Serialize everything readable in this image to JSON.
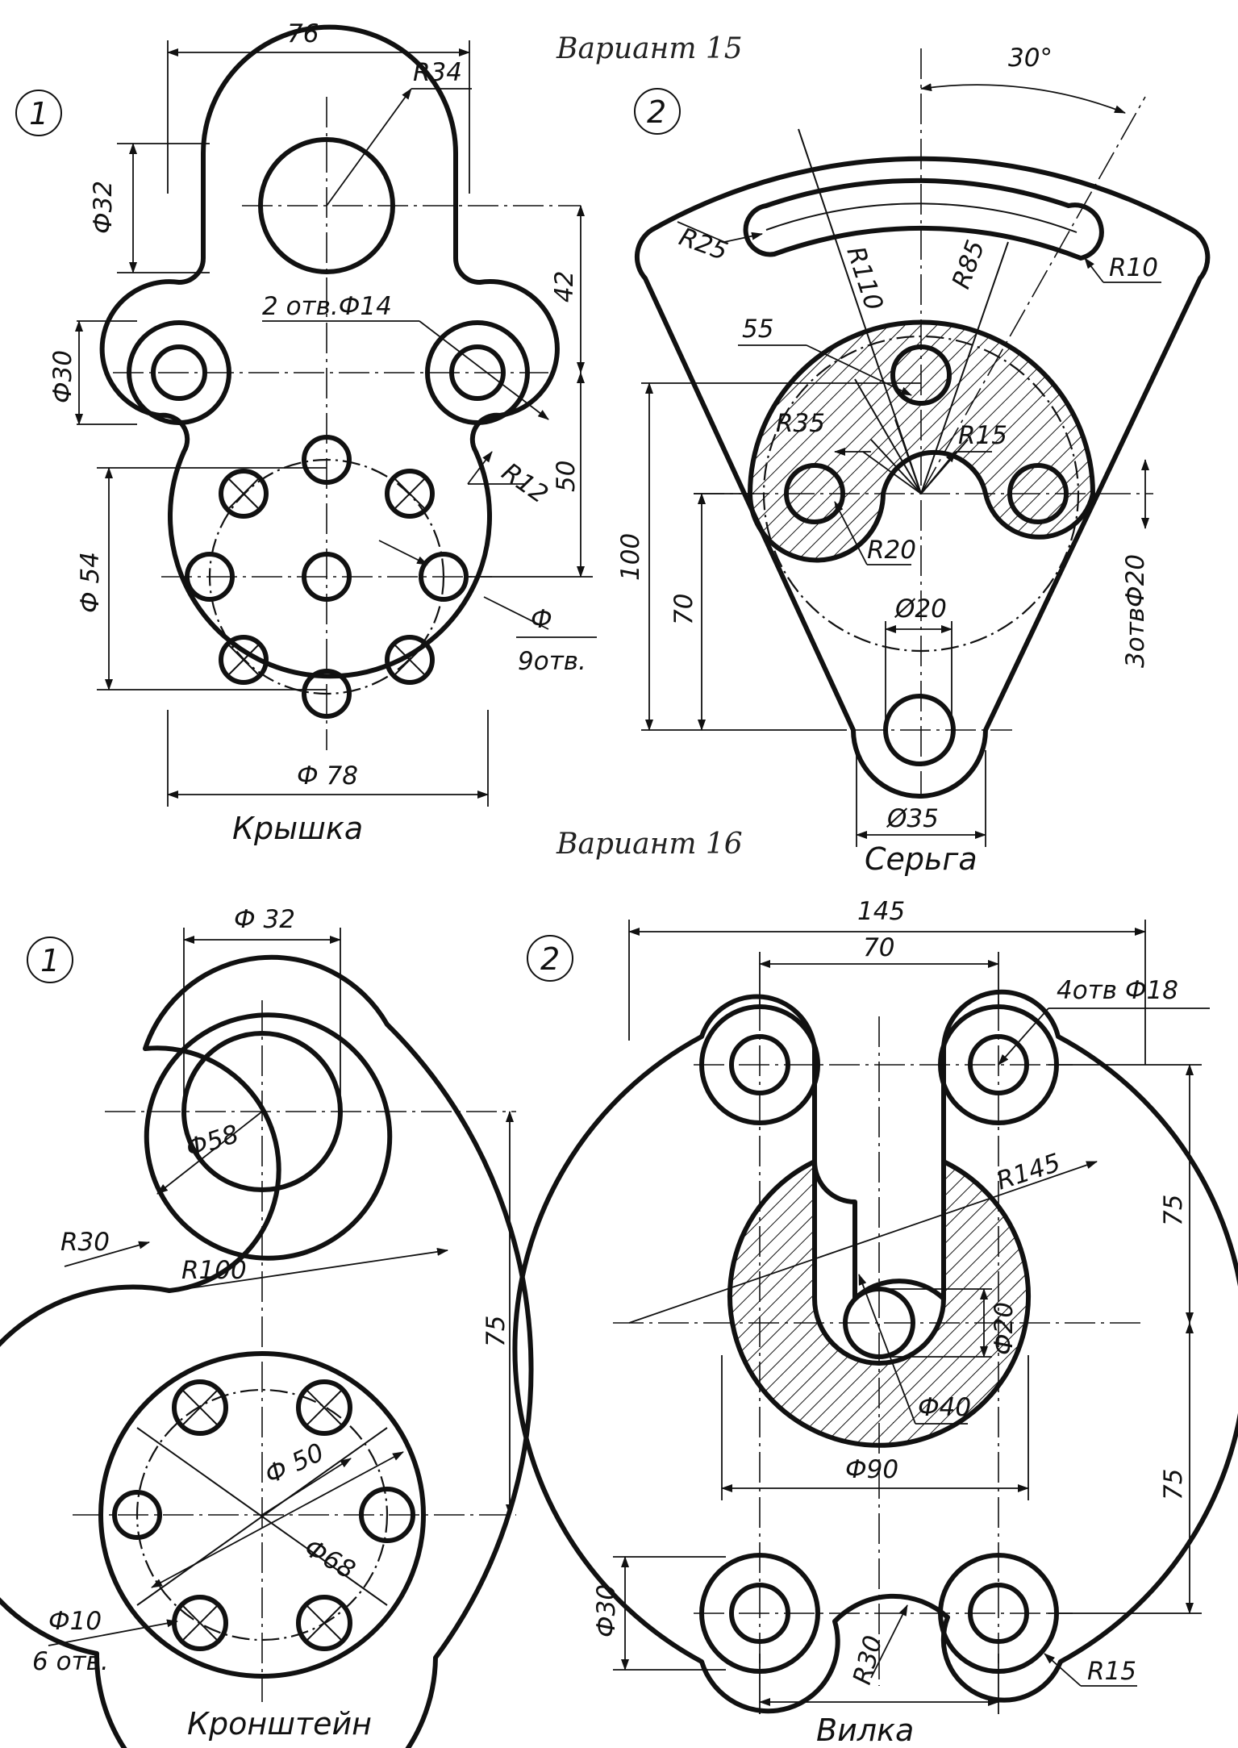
{
  "sheet": {
    "top_caption": "Вариант 15",
    "mid_caption": "Вариант 16"
  },
  "part_a": {
    "number": "1",
    "name": "Крышка",
    "dims": [
      "76",
      "R34",
      "Ф32",
      "42",
      "2 отв.Ф14",
      "Ф30",
      "50",
      "R12",
      "Ф 54",
      "Ф",
      "9отв.",
      "Ф 78"
    ]
  },
  "part_b": {
    "number": "2",
    "name": "Серьга",
    "dims": [
      "30°",
      "R25",
      "R110",
      "R85",
      "R10",
      "55",
      "R35",
      "R15",
      "R20",
      "100",
      "70",
      "Ø20",
      "3отвФ20",
      "Ø35"
    ]
  },
  "part_c": {
    "number": "1",
    "name": "Кронштейн",
    "dims": [
      "Ф 32",
      "Ф58",
      "R30",
      "R100",
      "75",
      "Ф 50",
      "Ф68",
      "Ф10",
      "6 отв."
    ]
  },
  "part_d": {
    "number": "2",
    "name": "Вилка",
    "dims": [
      "145",
      "70",
      "4отв Ф18",
      "R145",
      "75",
      "75",
      "Ф20",
      "Ф40",
      "Ф90",
      "Ф30",
      "R30",
      "R15"
    ]
  }
}
